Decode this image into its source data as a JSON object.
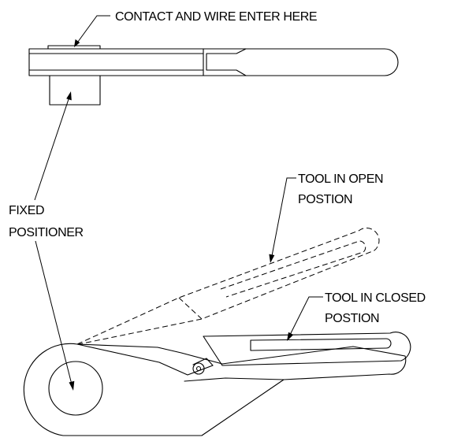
{
  "callouts": {
    "contact_entry": "CONTACT AND WIRE ENTER HERE",
    "fixed_positioner_line1": "FIXED",
    "fixed_positioner_line2": "POSITIONER",
    "tool_open_line1": "TOOL IN OPEN",
    "tool_open_line2": "POSTION",
    "tool_closed_line1": "TOOL IN CLOSED",
    "tool_closed_line2": "POSTION"
  },
  "style": {
    "line_color": "#000000",
    "background": "#ffffff"
  }
}
